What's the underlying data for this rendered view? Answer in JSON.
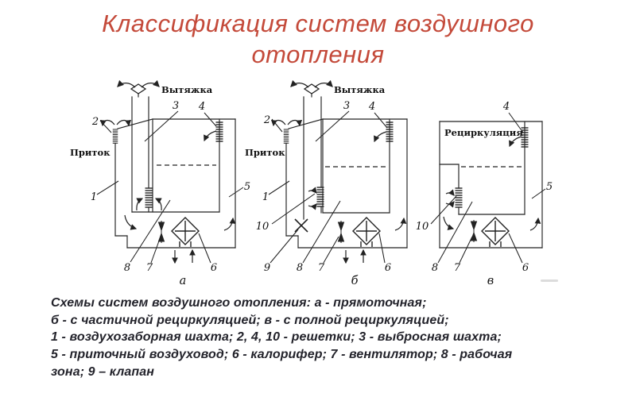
{
  "title": {
    "line1": "Классификация систем воздушного",
    "line2": "отопления"
  },
  "colors": {
    "title": "#c44a3a",
    "ink": "#222222",
    "text": "#23232b"
  },
  "diagrams": {
    "a": {
      "label": "а",
      "exhaust": "Вытяжка",
      "supply": "Приток",
      "numbers": {
        "n1": "1",
        "n2": "2",
        "n3": "3",
        "n4": "4",
        "n5": "5",
        "n6": "6",
        "n7": "7",
        "n8": "8"
      }
    },
    "b": {
      "label": "б",
      "exhaust": "Вытяжка",
      "supply": "Приток",
      "numbers": {
        "n1": "1",
        "n2": "2",
        "n3": "3",
        "n4": "4",
        "n5": "5",
        "n6": "6",
        "n7": "7",
        "n8": "8",
        "n9": "9",
        "n10": "10"
      }
    },
    "v": {
      "label": "в",
      "recirculation": "Рециркуляция",
      "numbers": {
        "n4": "4",
        "n5": "5",
        "n6": "6",
        "n7": "7",
        "n8": "8",
        "n10": "10"
      }
    }
  },
  "legend": {
    "lines": [
      "Схемы систем воздушного отопления: а - прямоточная;",
      "б - с частичной рециркуляцией; в - с полной рециркуляцией;",
      "1 - воздухозаборная шахта; 2, 4, 10 - решетки; 3 - выбросная шахта;",
      "5 - приточный воздуховод; 6 - калорифер; 7 - вентилятор; 8 - рабочая",
      "зона; 9 – клапан"
    ]
  }
}
